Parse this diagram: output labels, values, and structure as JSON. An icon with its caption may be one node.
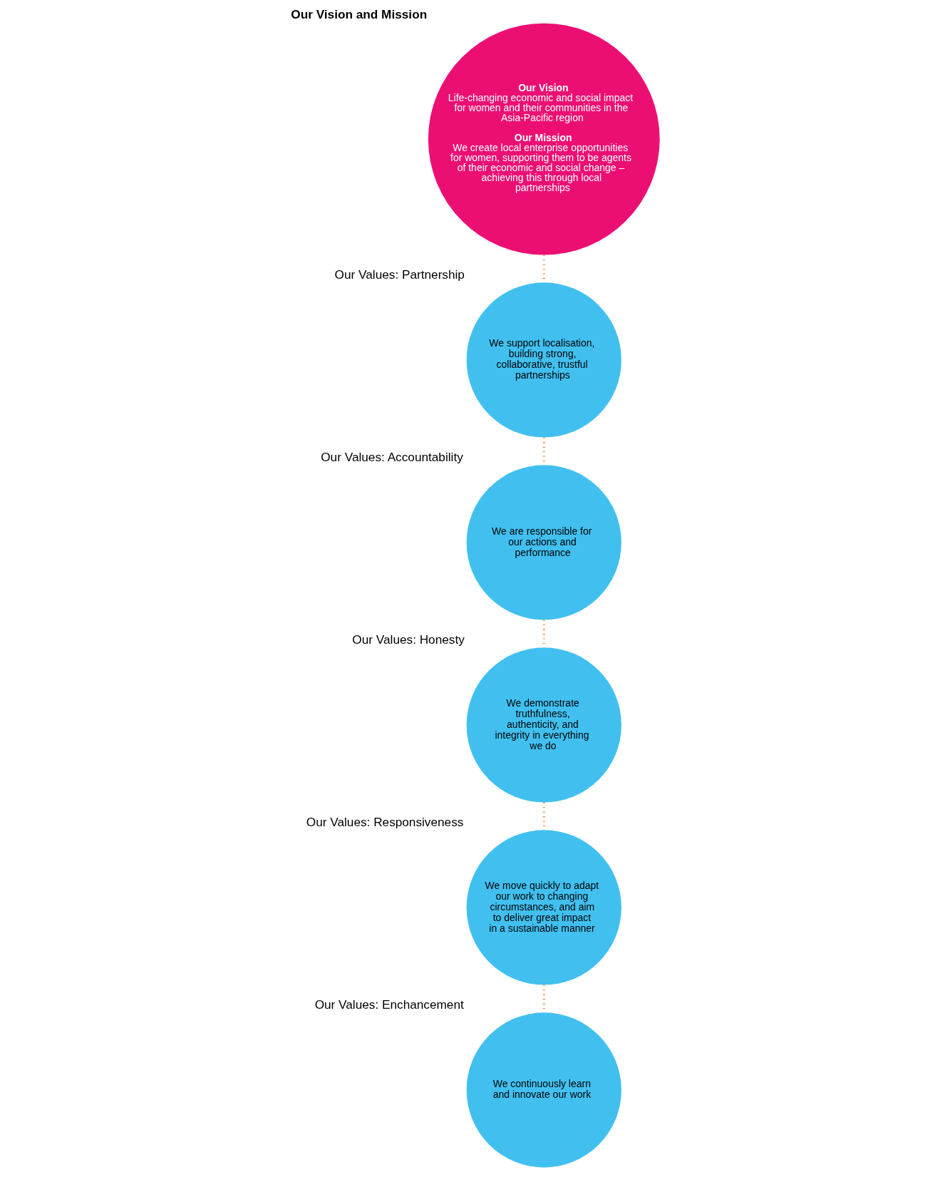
{
  "diagram": {
    "nodes": [
      {
        "text": [
          "Our Vision and Mission",
          "Our Vision",
          "Life-changing economic and social impact for women and their communities in the Asia-Pacific region",
          "Our Mission",
          "We create local enterprise opportunities for women, supporting them to be agents of their economic and social change – achieving this through local partnerships"
        ]
      },
      {
        "text": [
          "Our Values: Partnership",
          "We support localisation, building strong, collaborative, trustful partnerships"
        ]
      },
      {
        "text": [
          "Our Values: Accountability",
          "We are responsible for our actions and performance"
        ]
      },
      {
        "text": [
          "Our Values: Responsiveness",
          "We move quickly to adapt our work to changing circumstances, and aim to deliver great impact in a sustainable manner"
        ]
      },
      {
        "text": [
          "Our Values: Honesty",
          "We demonstrate truthfulness, authenticity, and integrity in everything we do"
        ]
      },
      {
        "text": [
          "Our Values: Enchancement",
          "We continuously learn and innovate our work"
        ]
      }
    ],
    "edges": [
      {
        "from": 0,
        "to": 1,
        "arrow": "none",
        "style": "dashed"
      },
      {
        "from": 1,
        "to": 2,
        "arrow": "none",
        "style": "dashed"
      },
      {
        "from": 2,
        "to": 4,
        "arrow": "none",
        "style": "dashed"
      },
      {
        "from": 4,
        "to": 3,
        "arrow": "none",
        "style": "dashed"
      },
      {
        "from": 3,
        "to": 5,
        "arrow": "none",
        "style": "dashed"
      }
    ]
  }
}
